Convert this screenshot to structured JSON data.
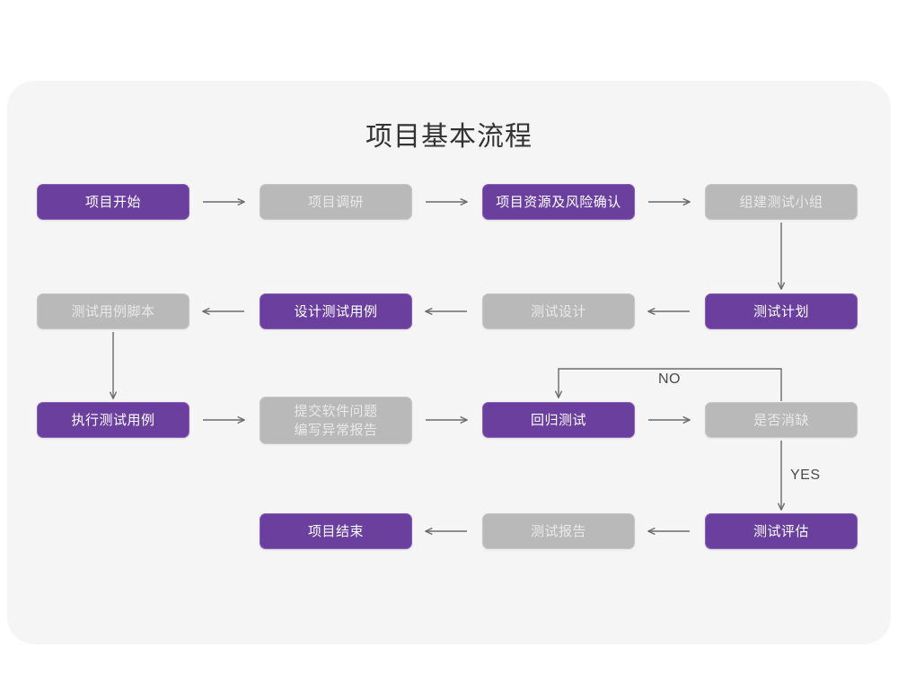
{
  "diagram": {
    "title": "项目基本流程",
    "card_background": "#f5f5f5",
    "page_background": "#ffffff",
    "colors": {
      "purple": "#6b3f9e",
      "purple_border": "#8a5fb8",
      "gray": "#b9b9b9",
      "gray_border": "#c7c7c7",
      "gray_text": "#e9e9e9",
      "purple_text": "#ffffff",
      "connector": "#6b6b6b",
      "title_text": "#333333",
      "edge_label_text": "#4a4a4a"
    },
    "nodes": [
      {
        "id": "n1",
        "label": "项目开始",
        "style": "purple",
        "row": 1,
        "col": 1
      },
      {
        "id": "n2",
        "label": "项目调研",
        "style": "gray",
        "row": 1,
        "col": 2
      },
      {
        "id": "n3",
        "label": "项目资源及风险确认",
        "style": "purple",
        "row": 1,
        "col": 3
      },
      {
        "id": "n4",
        "label": "组建测试小组",
        "style": "gray",
        "row": 1,
        "col": 4
      },
      {
        "id": "n5",
        "label": "测试用例脚本",
        "style": "gray",
        "row": 2,
        "col": 1
      },
      {
        "id": "n6",
        "label": "设计测试用例",
        "style": "purple",
        "row": 2,
        "col": 2
      },
      {
        "id": "n7",
        "label": "测试设计",
        "style": "gray",
        "row": 2,
        "col": 3
      },
      {
        "id": "n8",
        "label": "测试计划",
        "style": "purple",
        "row": 2,
        "col": 4
      },
      {
        "id": "n9",
        "label": "执行测试用例",
        "style": "purple",
        "row": 3,
        "col": 1
      },
      {
        "id": "n10",
        "label": "提交软件问题",
        "label2": "编写异常报告",
        "style": "gray",
        "row": 3,
        "col": 2
      },
      {
        "id": "n11",
        "label": "回归测试",
        "style": "purple",
        "row": 3,
        "col": 3
      },
      {
        "id": "n12",
        "label": "是否消缺",
        "style": "gray",
        "row": 3,
        "col": 4
      },
      {
        "id": "n13",
        "label": "项目结束",
        "style": "purple",
        "row": 4,
        "col": 2
      },
      {
        "id": "n14",
        "label": "测试报告",
        "style": "gray",
        "row": 4,
        "col": 3
      },
      {
        "id": "n15",
        "label": "测试评估",
        "style": "purple",
        "row": 4,
        "col": 4
      }
    ],
    "edge_labels": [
      {
        "id": "no-label",
        "text": "NO"
      },
      {
        "id": "yes-label",
        "text": "YES"
      }
    ],
    "edges": [
      {
        "from": "n1",
        "to": "n2",
        "direction": "right"
      },
      {
        "from": "n2",
        "to": "n3",
        "direction": "right"
      },
      {
        "from": "n3",
        "to": "n4",
        "direction": "right"
      },
      {
        "from": "n4",
        "to": "n8",
        "direction": "down"
      },
      {
        "from": "n8",
        "to": "n7",
        "direction": "left"
      },
      {
        "from": "n7",
        "to": "n6",
        "direction": "left"
      },
      {
        "from": "n6",
        "to": "n5",
        "direction": "left"
      },
      {
        "from": "n5",
        "to": "n9",
        "direction": "down"
      },
      {
        "from": "n9",
        "to": "n10",
        "direction": "right"
      },
      {
        "from": "n10",
        "to": "n11",
        "direction": "right"
      },
      {
        "from": "n11",
        "to": "n12",
        "direction": "right"
      },
      {
        "from": "n12",
        "to": "n11",
        "direction": "loop-up-left",
        "label": "NO"
      },
      {
        "from": "n12",
        "to": "n15",
        "direction": "down",
        "label": "YES"
      },
      {
        "from": "n15",
        "to": "n14",
        "direction": "left"
      },
      {
        "from": "n14",
        "to": "n13",
        "direction": "left"
      }
    ]
  }
}
